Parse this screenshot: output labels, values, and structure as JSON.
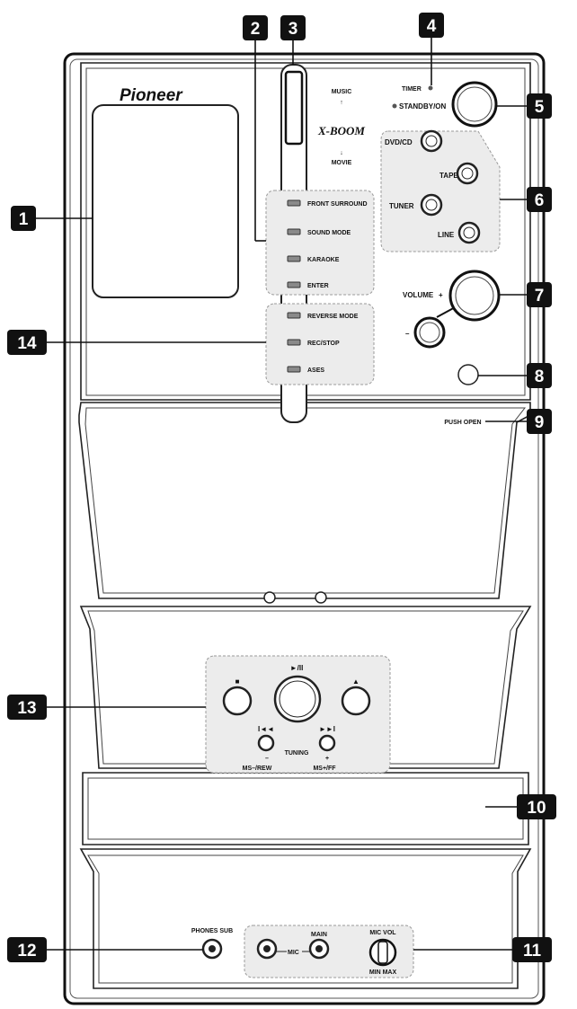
{
  "brand": "Pioneer",
  "xboom": {
    "top": "MUSIC",
    "logo": "X-BOOM",
    "bottom": "MOVIE"
  },
  "labels": {
    "timer": "TIMER",
    "standby": "STANDBY/ON",
    "dvdcd": "DVD/CD",
    "tape": "TAPE",
    "tuner": "TUNER",
    "line": "LINE",
    "volume": "VOLUME",
    "vol_plus": "+",
    "vol_minus": "–",
    "push_open": "PUSH OPEN",
    "front_surround": "FRONT SURROUND",
    "sound_mode": "SOUND MODE",
    "karaoke": "KARAOKE",
    "enter": "ENTER",
    "reverse_mode": "REVERSE MODE",
    "rec_stop": "REC/STOP",
    "ases": "ASES",
    "stop_sym": "■",
    "play_sym": "►/II",
    "eject_sym": "▲",
    "prev_sym": "I◄◄",
    "next_sym": "►►I",
    "tuning": "TUNING",
    "minus": "–",
    "plus": "+",
    "ms_rew": "MS–/REW",
    "ms_ff": "MS+/FF",
    "phones_sub": "PHONES SUB",
    "main": "MAIN",
    "mic": "MIC",
    "mic_vol": "MIC VOL",
    "min_max": "MIN MAX"
  },
  "callouts": [
    "1",
    "2",
    "3",
    "4",
    "5",
    "6",
    "7",
    "8",
    "9",
    "10",
    "11",
    "12",
    "13",
    "14"
  ]
}
